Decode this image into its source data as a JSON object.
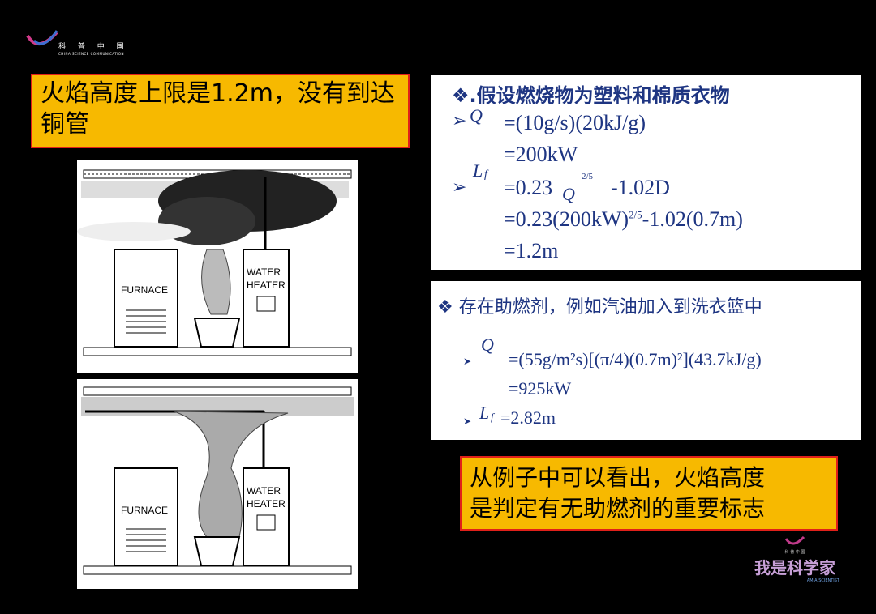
{
  "logo": {
    "cn": "科 普 中 国",
    "en": "CHINA SCIENCE COMMUNICATION"
  },
  "note_top": "火焰高度上限是1.2m，没有到达铜管",
  "note_bottom_1": "从例子中可以看出，火焰高度",
  "note_bottom_2": "是判定有无助燃剂的重要标志",
  "panel1": {
    "heading": "❖.假设燃烧物为塑料和棉质衣物",
    "lines": [
      "=(10g/s)(20kJ/g)",
      "=200kW",
      "=0.23",
      "-1.02D",
      "=0.23(200kW)",
      "2/5",
      "-1.02(0.7m)",
      "=1.2m"
    ],
    "q": "Q",
    "lf": "L",
    "f": "f",
    "exp": "2/5",
    "bullet": "➢"
  },
  "panel2": {
    "heading": "❖ 存在助燃剂，例如汽油加入到洗衣篮中",
    "lines": [
      "=(55g/m²s)[(π/4)(0.7m)²](43.7kJ/g)",
      "=925kW",
      "=2.82m"
    ],
    "q": "Q",
    "lf": "L",
    "f": "f",
    "bullet": "➤"
  },
  "diagram": {
    "furnace": "FURNACE",
    "water": "WATER",
    "heater": "HEATER"
  },
  "brand": {
    "small": "科 普 中 国",
    "title": "我是科学家",
    "en": "I AM A SCIENTIST"
  }
}
